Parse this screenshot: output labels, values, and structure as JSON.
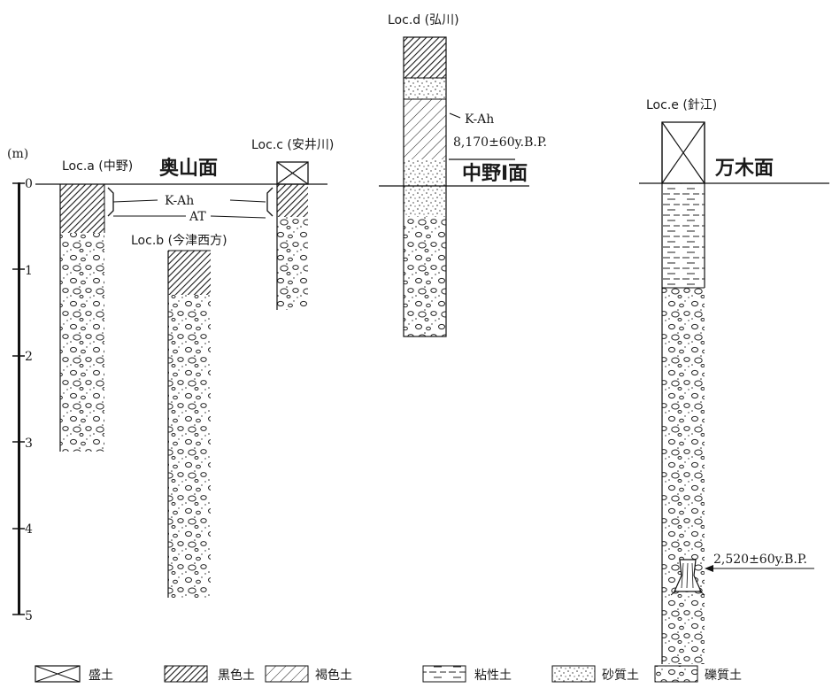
{
  "scale": {
    "unit": "(m)",
    "ticks": [
      "0",
      "1",
      "2",
      "3",
      "4",
      "5"
    ]
  },
  "localities": {
    "a": {
      "label": "Loc.a (中野)"
    },
    "b": {
      "label": "Loc.b (今津西方)"
    },
    "c": {
      "label": "Loc.c (安井川)"
    },
    "d": {
      "label": "Loc.d (弘川)"
    },
    "e": {
      "label": "Loc.e (針江)"
    }
  },
  "surfaces": {
    "okuyama": "奥山面",
    "nakano": "中野Ⅰ面",
    "yurugi": "万木面"
  },
  "annotations": {
    "kah_a": "K-Ah",
    "at": "AT",
    "kah_d": "K-Ah",
    "date_d": "8,170±60y.B.P.",
    "date_e": "2,520±60y.B.P."
  },
  "legend": [
    {
      "symbol": "fill",
      "label": "盛土"
    },
    {
      "symbol": "black-soil",
      "label": "黒色土"
    },
    {
      "symbol": "brown-soil",
      "label": "褐色土"
    },
    {
      "symbol": "clay",
      "label": "粘性土"
    },
    {
      "symbol": "sand",
      "label": "砂質土"
    },
    {
      "symbol": "gravel",
      "label": "礫質土"
    }
  ]
}
